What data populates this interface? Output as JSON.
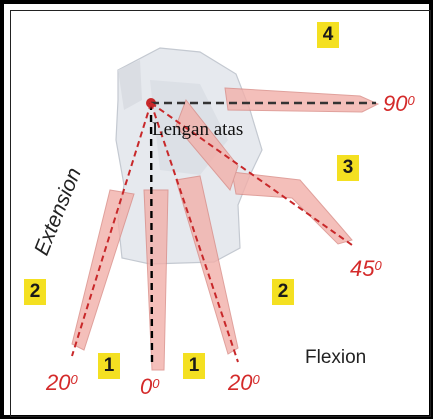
{
  "diagram": {
    "upper_arm_label": "Lengan atas",
    "extension_label": "Extension",
    "flexion_label": "Flexion",
    "zones": [
      {
        "id": "4",
        "label": "4"
      },
      {
        "id": "3",
        "label": "3"
      },
      {
        "id": "2-right",
        "label": "2"
      },
      {
        "id": "2-left",
        "label": "2"
      },
      {
        "id": "1-left",
        "label": "1"
      },
      {
        "id": "1-right",
        "label": "1"
      }
    ],
    "angles": [
      {
        "id": "90",
        "value": "90",
        "unit": "0"
      },
      {
        "id": "45",
        "value": "45",
        "unit": "0"
      },
      {
        "id": "20-flexion",
        "value": "20",
        "unit": "0"
      },
      {
        "id": "0",
        "value": "0",
        "unit": "0"
      },
      {
        "id": "20-extension",
        "value": "20",
        "unit": "0"
      }
    ],
    "colors": {
      "line": "#c8282a",
      "zone_bg": "#f4e021",
      "angle_text": "#d42a2a",
      "arm_skin": "#f2b0aa",
      "shirt": "#e6e9ee"
    }
  }
}
